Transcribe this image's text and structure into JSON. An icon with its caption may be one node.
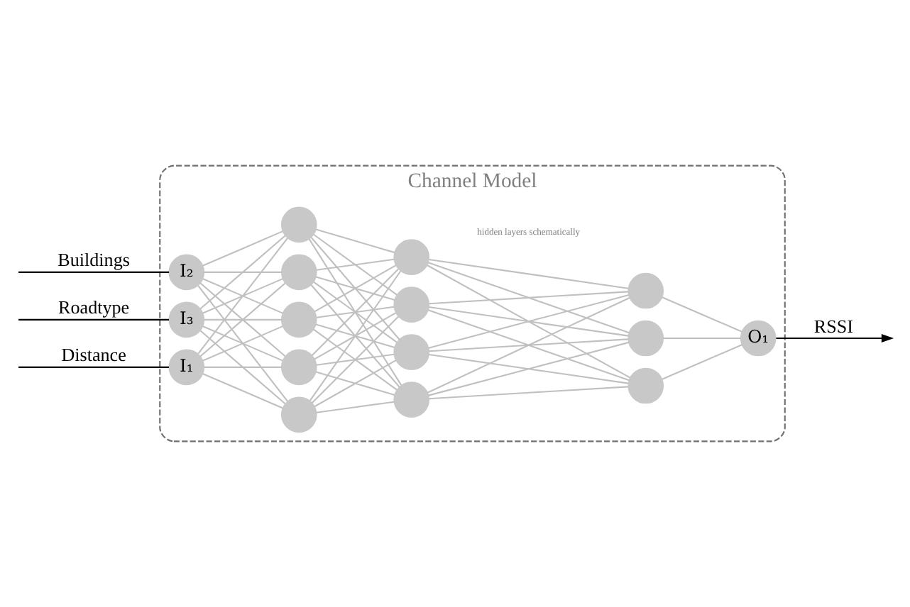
{
  "diagram": {
    "nodes": [
      {
        "text": [
          "Channel Model"
        ]
      },
      {
        "text": [
          "I₁"
        ],
        "in": 0
      },
      {
        "text": [
          "I₂"
        ],
        "in": 0
      },
      {
        "text": [
          "I₃"
        ],
        "in": 0
      },
      {
        "text": [],
        "shape": "circle",
        "in": 0
      },
      {
        "text": [],
        "shape": "circle",
        "in": 0
      },
      {
        "text": [],
        "shape": "circle",
        "in": 0
      },
      {
        "text": [],
        "shape": "circle",
        "in": 0
      },
      {
        "text": [],
        "shape": "circle",
        "in": 0
      },
      {
        "text": [],
        "shape": "circle",
        "in": 0
      },
      {
        "text": [],
        "shape": "circle",
        "in": 0
      },
      {
        "text": [],
        "shape": "circle",
        "in": 0
      },
      {
        "text": [],
        "shape": "circle",
        "in": 0
      },
      {
        "text": [],
        "shape": "circle",
        "in": 0
      },
      {
        "text": [],
        "shape": "circle",
        "in": 0
      },
      {
        "text": [],
        "shape": "circle",
        "in": 0
      },
      {
        "text": [
          "O₁"
        ],
        "in": 0
      }
    ],
    "edges": [
      {
        "from": null,
        "to": 1,
        "arrow": "none",
        "label": "Distance",
        "color": "#000000"
      },
      {
        "from": null,
        "to": 2,
        "arrow": "none",
        "label": "Buildings",
        "color": "#000000"
      },
      {
        "from": null,
        "to": 3,
        "arrow": "none",
        "label": "Roadtype",
        "color": "#000000"
      },
      {
        "from": 1,
        "to": 4,
        "arrow": "none"
      },
      {
        "from": 1,
        "to": 5,
        "arrow": "none"
      },
      {
        "from": 1,
        "to": 6,
        "arrow": "none"
      },
      {
        "from": 1,
        "to": 7,
        "arrow": "none"
      },
      {
        "from": 1,
        "to": 8,
        "arrow": "none"
      },
      {
        "from": 2,
        "to": 4,
        "arrow": "none"
      },
      {
        "from": 2,
        "to": 5,
        "arrow": "none"
      },
      {
        "from": 2,
        "to": 6,
        "arrow": "none"
      },
      {
        "from": 2,
        "to": 7,
        "arrow": "none"
      },
      {
        "from": 2,
        "to": 8,
        "arrow": "none"
      },
      {
        "from": 3,
        "to": 4,
        "arrow": "none"
      },
      {
        "from": 3,
        "to": 5,
        "arrow": "none"
      },
      {
        "from": 3,
        "to": 6,
        "arrow": "none"
      },
      {
        "from": 3,
        "to": 7,
        "arrow": "none"
      },
      {
        "from": 3,
        "to": 8,
        "arrow": "none"
      },
      {
        "from": 4,
        "to": 9,
        "arrow": "none"
      },
      {
        "from": 4,
        "to": 10,
        "arrow": "none"
      },
      {
        "from": 4,
        "to": 11,
        "arrow": "none"
      },
      {
        "from": 4,
        "to": 12,
        "arrow": "none"
      },
      {
        "from": 5,
        "to": 9,
        "arrow": "none"
      },
      {
        "from": 5,
        "to": 10,
        "arrow": "none"
      },
      {
        "from": 5,
        "to": 11,
        "arrow": "none"
      },
      {
        "from": 5,
        "to": 12,
        "arrow": "none"
      },
      {
        "from": 6,
        "to": 9,
        "arrow": "none"
      },
      {
        "from": 6,
        "to": 10,
        "arrow": "none"
      },
      {
        "from": 6,
        "to": 11,
        "arrow": "none"
      },
      {
        "from": 6,
        "to": 12,
        "arrow": "none"
      },
      {
        "from": 7,
        "to": 9,
        "arrow": "none"
      },
      {
        "from": 7,
        "to": 10,
        "arrow": "none"
      },
      {
        "from": 7,
        "to": 11,
        "arrow": "none"
      },
      {
        "from": 7,
        "to": 12,
        "arrow": "none"
      },
      {
        "from": 8,
        "to": 9,
        "arrow": "none"
      },
      {
        "from": 8,
        "to": 10,
        "arrow": "none"
      },
      {
        "from": 8,
        "to": 11,
        "arrow": "none"
      },
      {
        "from": 8,
        "to": 12,
        "arrow": "none"
      },
      {
        "from": 9,
        "to": 13,
        "arrow": "none"
      },
      {
        "from": 9,
        "to": 14,
        "arrow": "none"
      },
      {
        "from": 9,
        "to": 15,
        "arrow": "none"
      },
      {
        "from": 10,
        "to": 13,
        "arrow": "none"
      },
      {
        "from": 10,
        "to": 14,
        "arrow": "none"
      },
      {
        "from": 10,
        "to": 15,
        "arrow": "none"
      },
      {
        "from": 11,
        "to": 13,
        "arrow": "none"
      },
      {
        "from": 11,
        "to": 14,
        "arrow": "none"
      },
      {
        "from": 11,
        "to": 15,
        "arrow": "none"
      },
      {
        "from": 12,
        "to": 13,
        "arrow": "none"
      },
      {
        "from": 12,
        "to": 14,
        "arrow": "none"
      },
      {
        "from": 12,
        "to": 15,
        "arrow": "none"
      },
      {
        "from": 13,
        "to": 16,
        "arrow": "none"
      },
      {
        "from": 14,
        "to": 16,
        "arrow": "none"
      },
      {
        "from": 15,
        "to": 16,
        "arrow": "none"
      },
      {
        "from": 16,
        "to": null,
        "arrow": "to",
        "label": "RSSI",
        "color": "#000000"
      }
    ],
    "labels": [
      "hidden layers schematically"
    ]
  }
}
